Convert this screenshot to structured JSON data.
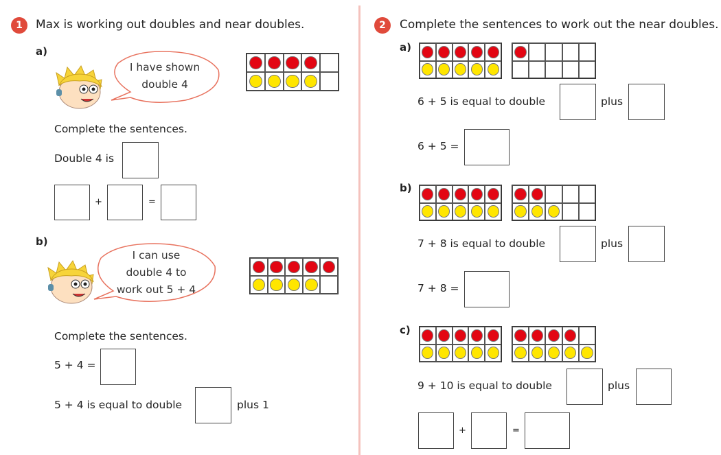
{
  "q1": {
    "number": "1",
    "title": "Max is working out doubles and near doubles.",
    "a": {
      "label": "a)",
      "speech": [
        "I have shown",
        "double 4"
      ],
      "frames": [
        [
          4,
          4
        ]
      ],
      "instruction": "Complete the sentences.",
      "sentence": "Double 4 is",
      "plus": "+",
      "equals": "="
    },
    "b": {
      "label": "b)",
      "speech": [
        "I can use",
        "double 4 to",
        "work out 5 + 4"
      ],
      "frames": [
        [
          5,
          4
        ]
      ],
      "instruction": "Complete the sentences.",
      "eq": "5 + 4 =",
      "sentence": "5 + 4 is equal to double",
      "tail": "plus 1"
    }
  },
  "q2": {
    "number": "2",
    "title": "Complete the sentences to work out the near doubles.",
    "a": {
      "label": "a)",
      "frames": [
        [
          5,
          5
        ],
        [
          1,
          0
        ]
      ],
      "sentence": "6 + 5 is equal to double",
      "plus_word": "plus",
      "eq": "6 + 5 ="
    },
    "b": {
      "label": "b)",
      "frames": [
        [
          5,
          5
        ],
        [
          2,
          3
        ]
      ],
      "sentence": "7 + 8 is equal to double",
      "plus_word": "plus",
      "eq": "7 + 8 ="
    },
    "c": {
      "label": "c)",
      "frames": [
        [
          5,
          5
        ],
        [
          4,
          5
        ]
      ],
      "sentence": "9 + 10 is equal to double",
      "plus_word": "plus",
      "plus": "+",
      "equals": "="
    }
  },
  "colors": {
    "red": "#e30613",
    "yellow": "#ffe600",
    "accent": "#e04a3b"
  }
}
